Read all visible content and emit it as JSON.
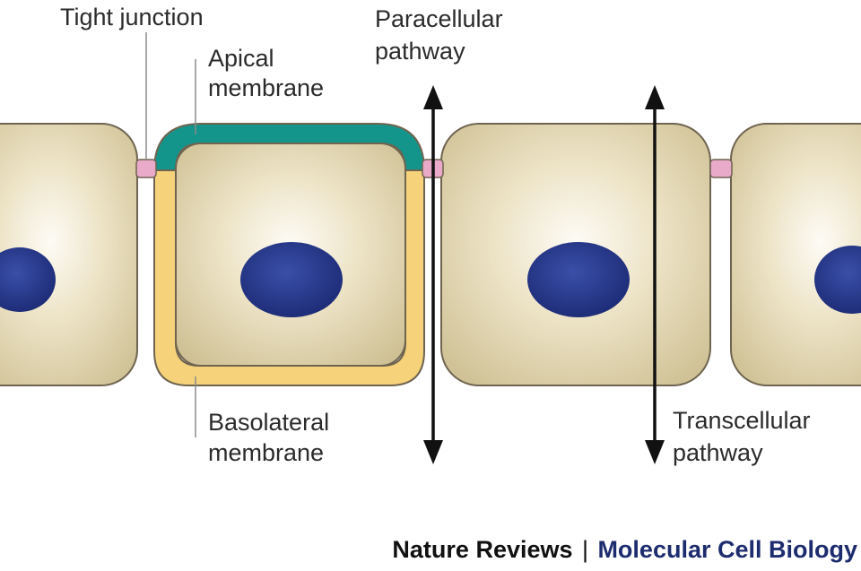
{
  "labels": {
    "tight_junction": "Tight junction",
    "apical": [
      "Apical",
      "membrane"
    ],
    "paracellular": [
      "Paracellular",
      "pathway"
    ],
    "basolateral": [
      "Basolateral",
      "membrane"
    ],
    "transcellular": [
      "Transcellular",
      "pathway"
    ]
  },
  "credit": {
    "journal": "Nature Reviews",
    "separator": "|",
    "subject": "Molecular Cell Biology"
  },
  "colors": {
    "cell_fill_center": "#fbf8ef",
    "cell_fill_edge": "#cdbf92",
    "cell_stroke": "#6f6450",
    "nucleus": "#22317f",
    "nucleus_highlight": "#3a4fa8",
    "apical_membrane": "#14958b",
    "basolateral_membrane": "#f6d37a",
    "tight_junction": "#e9a9c9",
    "arrow": "#111111",
    "journal_text": "#111111",
    "subject_text": "#1d2c6e"
  },
  "icons": {
    "paracellular_arrow": "double-headed-arrow",
    "transcellular_arrow": "double-headed-arrow"
  }
}
